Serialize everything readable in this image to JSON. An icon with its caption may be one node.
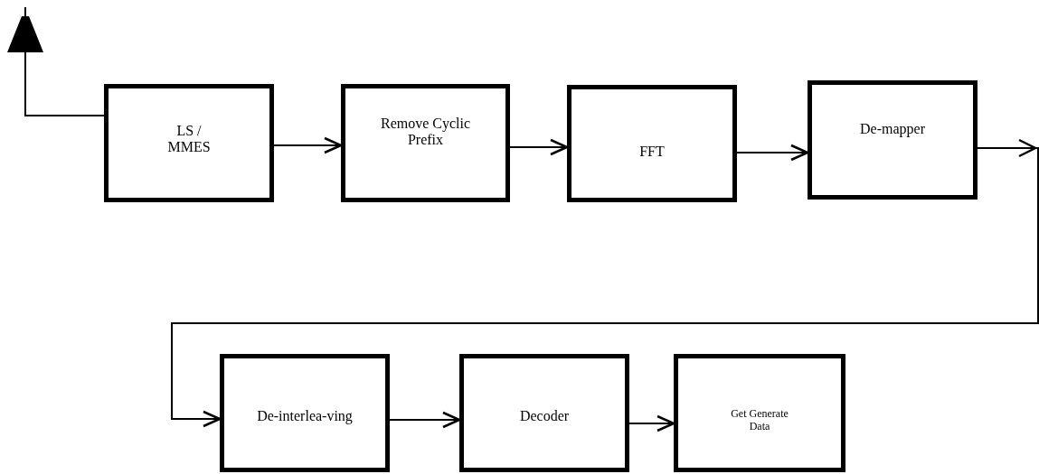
{
  "diagram": {
    "nodes": [
      {
        "text": [
          "LS / MMES"
        ]
      },
      {
        "text": [
          "Remove Cyclic Prefix"
        ]
      },
      {
        "text": [
          "FFT"
        ]
      },
      {
        "text": [
          "De-mapper"
        ]
      },
      {
        "text": [
          "De-interlea-ving"
        ]
      },
      {
        "text": [
          "Decoder"
        ]
      },
      {
        "text": [
          "Get Generate Data"
        ]
      }
    ],
    "edges": [
      {
        "from": 0,
        "to": null,
        "arrow": "to"
      },
      {
        "from": 0,
        "to": 1,
        "arrow": "to"
      },
      {
        "from": 1,
        "to": 2,
        "arrow": "to"
      },
      {
        "from": 2,
        "to": 3,
        "arrow": "to"
      },
      {
        "from": 3,
        "to": 4,
        "arrow": "to"
      },
      {
        "from": 4,
        "to": 5,
        "arrow": "to"
      },
      {
        "from": 5,
        "to": 6,
        "arrow": "to"
      }
    ]
  }
}
